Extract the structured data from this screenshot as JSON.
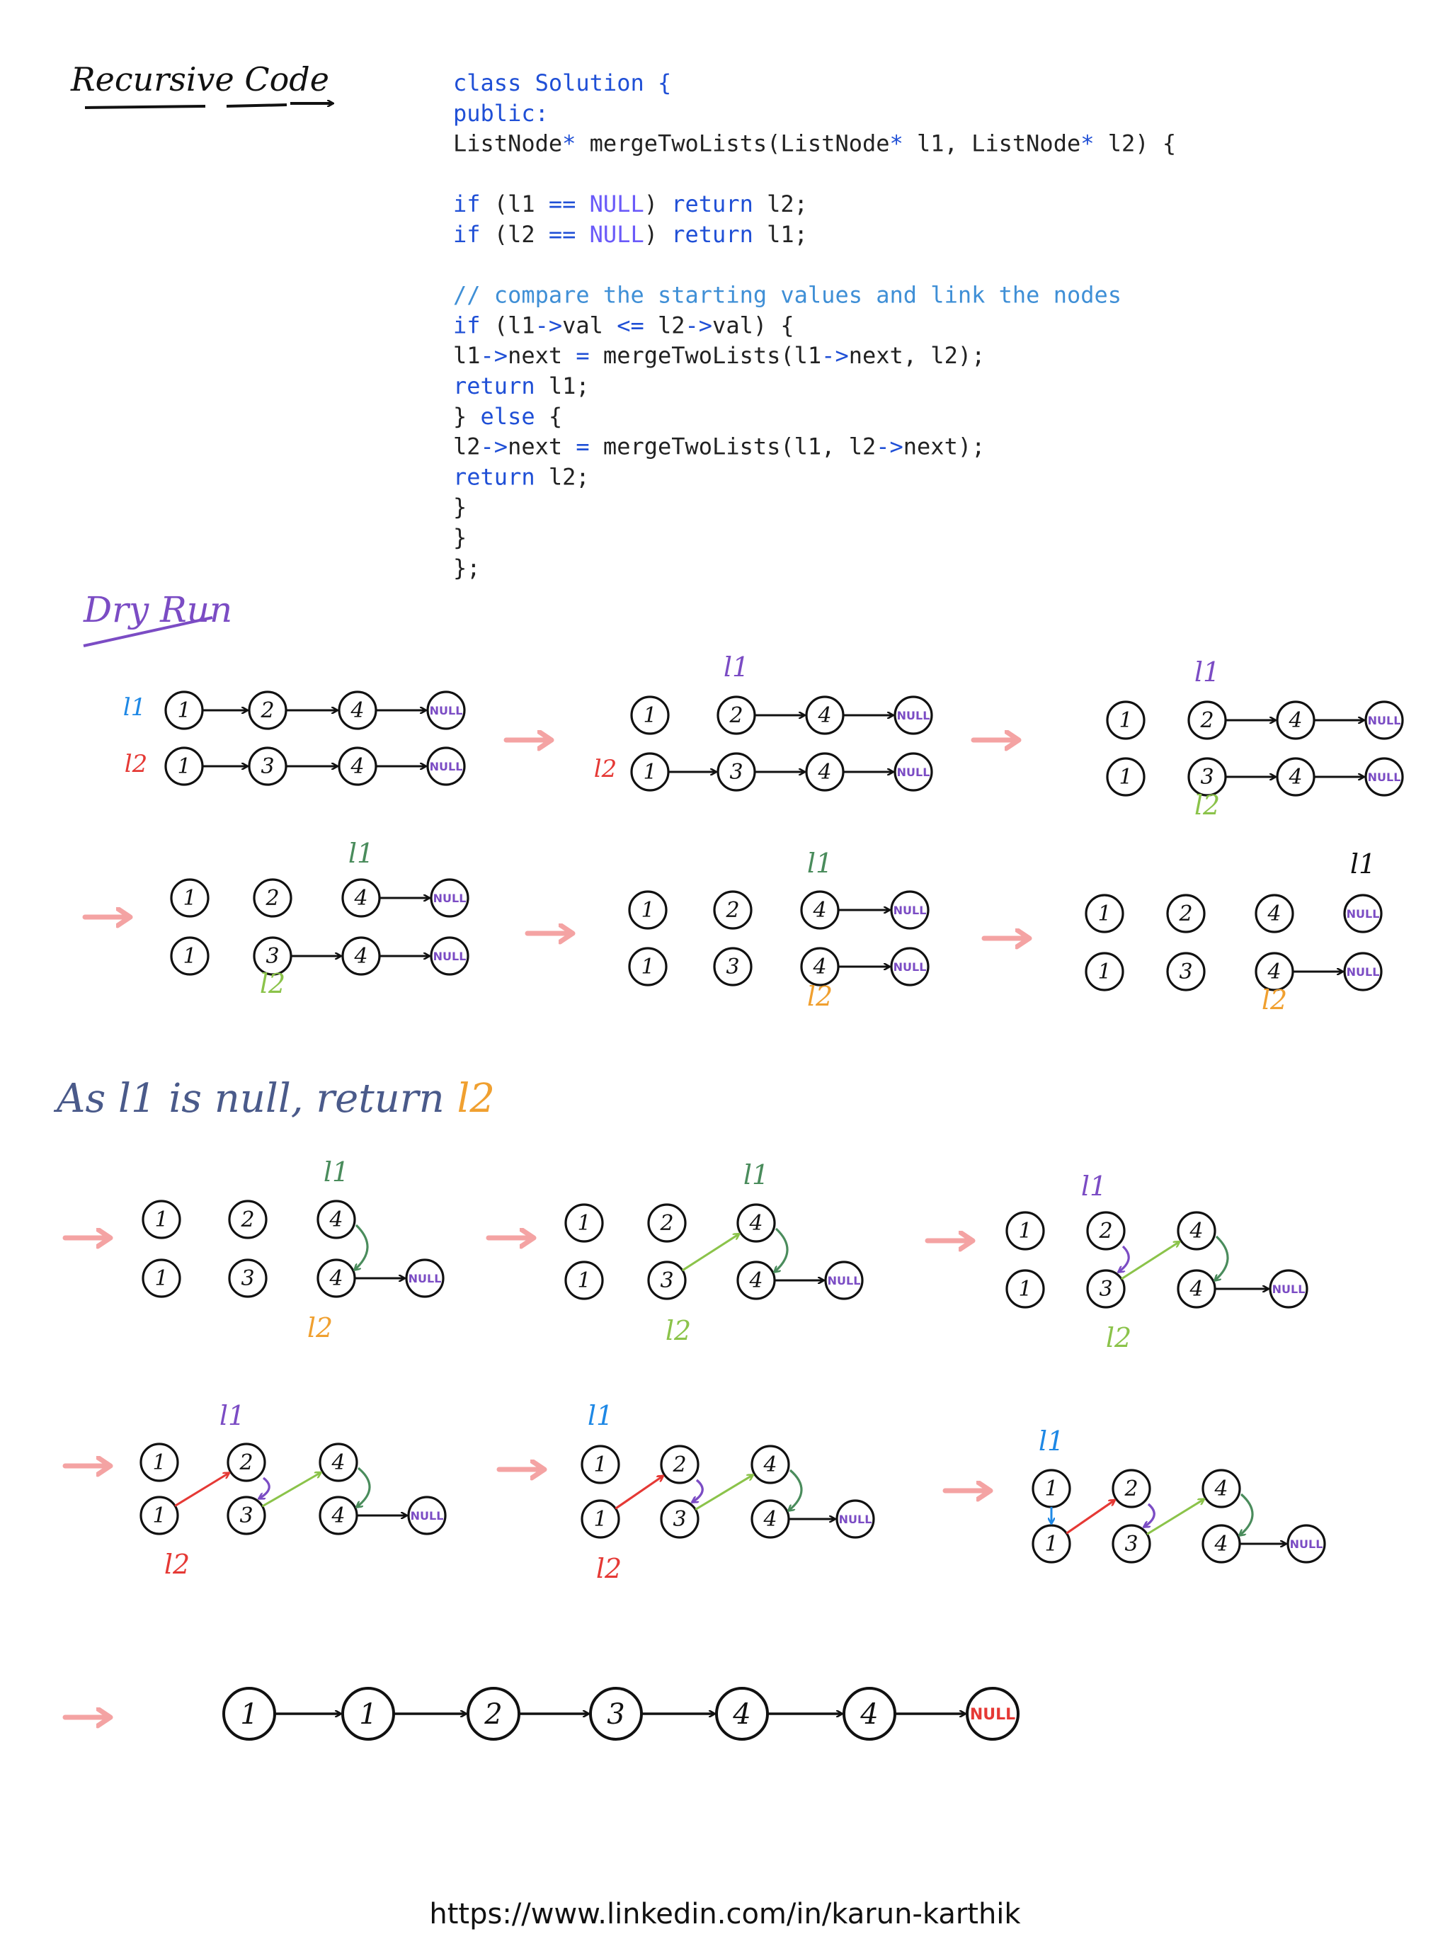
{
  "heading": "Recursive Code",
  "code": {
    "lines": [
      [
        [
          "class Solution {",
          "kw"
        ]
      ],
      [
        [
          "public:",
          "kw"
        ]
      ],
      [
        [
          "    ListNode",
          "plain"
        ],
        [
          "*",
          "op"
        ],
        [
          " mergeTwoLists(ListNode",
          "plain"
        ],
        [
          "*",
          "op"
        ],
        [
          " l1, ListNode",
          "plain"
        ],
        [
          "*",
          "op"
        ],
        [
          " l2) {",
          "plain"
        ]
      ],
      [
        [
          "",
          "plain"
        ]
      ],
      [
        [
          "        ",
          "plain"
        ],
        [
          "if",
          "kw"
        ],
        [
          " (l1 ",
          "plain"
        ],
        [
          "==",
          "op"
        ],
        [
          " ",
          "plain"
        ],
        [
          "NULL",
          "null"
        ],
        [
          ") ",
          "plain"
        ],
        [
          "return",
          "kw"
        ],
        [
          " l2;",
          "plain"
        ]
      ],
      [
        [
          "        ",
          "plain"
        ],
        [
          "if",
          "kw"
        ],
        [
          " (l2 ",
          "plain"
        ],
        [
          "==",
          "op"
        ],
        [
          " ",
          "plain"
        ],
        [
          "NULL",
          "null"
        ],
        [
          ") ",
          "plain"
        ],
        [
          "return",
          "kw"
        ],
        [
          " l1;",
          "plain"
        ]
      ],
      [
        [
          "",
          "plain"
        ]
      ],
      [
        [
          "        // compare the starting values and link the nodes",
          "cm"
        ]
      ],
      [
        [
          "        ",
          "plain"
        ],
        [
          "if",
          "kw"
        ],
        [
          " (l1",
          "plain"
        ],
        [
          "->",
          "op"
        ],
        [
          "val ",
          "plain"
        ],
        [
          "<=",
          "op"
        ],
        [
          " l2",
          "plain"
        ],
        [
          "->",
          "op"
        ],
        [
          "val) {",
          "plain"
        ]
      ],
      [
        [
          "            l1",
          "plain"
        ],
        [
          "->",
          "op"
        ],
        [
          "next ",
          "plain"
        ],
        [
          "=",
          "op"
        ],
        [
          " mergeTwoLists(l1",
          "plain"
        ],
        [
          "->",
          "op"
        ],
        [
          "next, l2);",
          "plain"
        ]
      ],
      [
        [
          "            ",
          "plain"
        ],
        [
          "return",
          "kw"
        ],
        [
          " l1;",
          "plain"
        ]
      ],
      [
        [
          "        } ",
          "plain"
        ],
        [
          "else",
          "kw"
        ],
        [
          " {",
          "plain"
        ]
      ],
      [
        [
          "            l2",
          "plain"
        ],
        [
          "->",
          "op"
        ],
        [
          "next ",
          "plain"
        ],
        [
          "=",
          "op"
        ],
        [
          " mergeTwoLists(l1, l2",
          "plain"
        ],
        [
          "->",
          "op"
        ],
        [
          "next);",
          "plain"
        ]
      ],
      [
        [
          "            ",
          "plain"
        ],
        [
          "return",
          "kw"
        ],
        [
          " l2;",
          "plain"
        ]
      ],
      [
        [
          "        }",
          "plain"
        ]
      ],
      [
        [
          "    }",
          "plain"
        ]
      ],
      [
        [
          "};",
          "plain"
        ]
      ]
    ]
  },
  "dry_run_label": "Dry Run",
  "null_note": {
    "prefix": "As l1 is null, return ",
    "var": "l2"
  },
  "labels": {
    "l1": "l1",
    "l2": "l2"
  },
  "null_text": "NULL",
  "colors": {
    "ink": "#111111",
    "keyword": "#1f4fd6",
    "comment": "#3f8fd6",
    "null_word": "#6a5af9",
    "arrow": "#f4a3a3",
    "purple": "#7b4cc4",
    "blue": "#1e88e5",
    "red": "#e53935",
    "light_green": "#8bc34a",
    "dark_green": "#4a8c5c",
    "orange": "#f0a030",
    "slate": "#4a5a8a",
    "null_purple": "#7b4cc4"
  },
  "stages_row1": [
    {
      "nodes1": [
        "1",
        "2",
        "4"
      ],
      "nodes2": [
        "1",
        "3",
        "4"
      ]
    },
    {
      "nodes1": [
        "1",
        "2",
        "4"
      ],
      "nodes2": [
        "1",
        "3",
        "4"
      ]
    },
    {
      "nodes1": [
        "1",
        "2",
        "4"
      ],
      "nodes2": [
        "1",
        "3",
        "4"
      ]
    }
  ],
  "final_list": [
    "1",
    "1",
    "2",
    "3",
    "4",
    "4"
  ],
  "url": "https://www.linkedin.com/in/karun-karthik"
}
